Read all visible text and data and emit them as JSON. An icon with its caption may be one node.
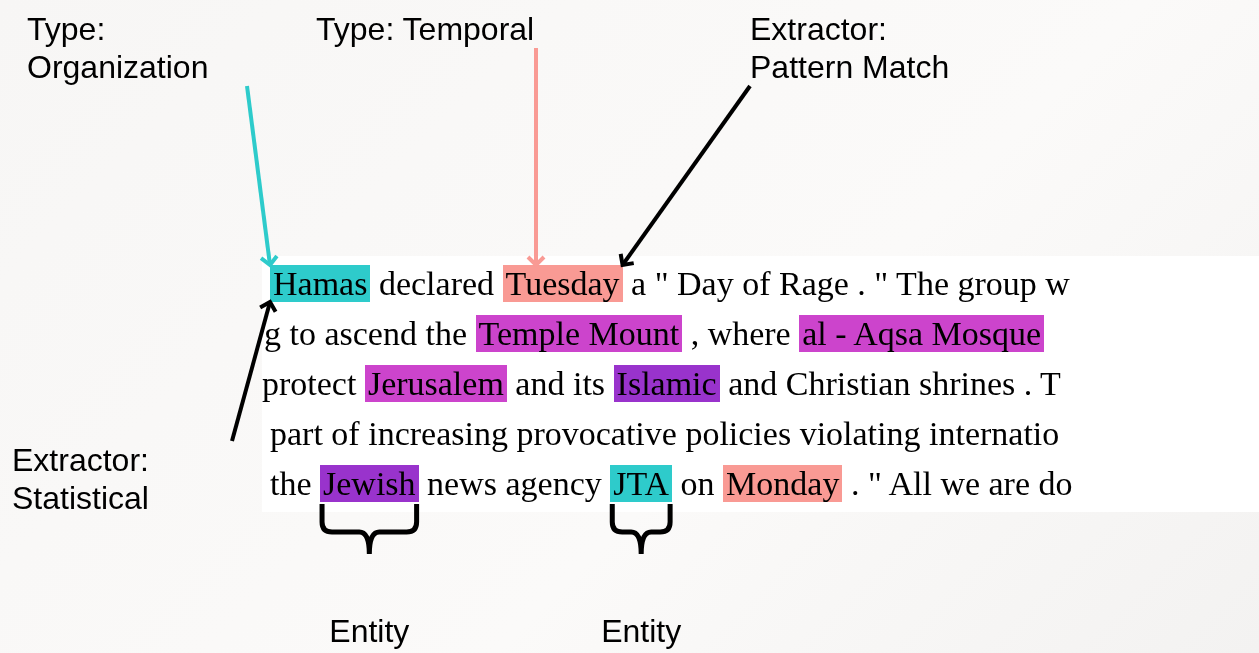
{
  "diagram": {
    "nodes": [
      {
        "text": [
          "Type: Organization"
        ]
      },
      {
        "text": [
          "Type: Temporal"
        ]
      },
      {
        "text": [
          "Extractor: Pattern Match"
        ]
      },
      {
        "text": [
          "Extractor: Statistical"
        ]
      },
      {
        "text": [
          "Hamas"
        ]
      },
      {
        "text": [
          "Tuesday"
        ]
      },
      {
        "text": [
          "Temple Mount"
        ]
      },
      {
        "text": [
          "al - Aqsa Mosque"
        ]
      },
      {
        "text": [
          "Jerusalem"
        ]
      },
      {
        "text": [
          "Islamic"
        ]
      },
      {
        "text": [
          "Jewish"
        ]
      },
      {
        "text": [
          "JTA"
        ]
      },
      {
        "text": [
          "Monday"
        ]
      }
    ],
    "edges": [
      {
        "from": 0,
        "to": 4,
        "arrow": "to",
        "color": "#2ecbcb"
      },
      {
        "from": 1,
        "to": 5,
        "arrow": "to",
        "color": "#f99a94"
      },
      {
        "from": 2,
        "to": 5,
        "arrow": "to"
      },
      {
        "from": 3,
        "to": 4,
        "arrow": "to"
      }
    ],
    "labels": [
      "declared",
      "a \" Day of Rage . \" The group w",
      "g to ascend the",
      ", where",
      "protect",
      "and its",
      "and Christian shrines . T",
      "part of increasing provocative policies violating internatio",
      "the",
      "news agency",
      "on",
      ". \" All we are do",
      "Entity",
      "Entity"
    ]
  }
}
